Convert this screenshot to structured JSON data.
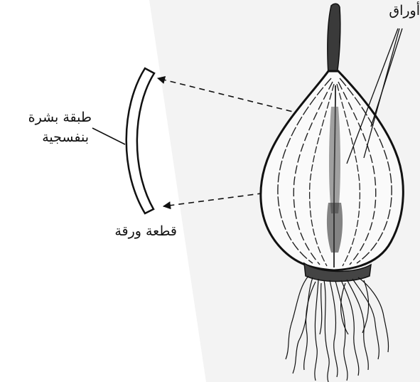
{
  "labels": {
    "leaves": "أوراق",
    "purple_layer_line1": "طبقة بشرة",
    "purple_layer_line2": "بنفسجية",
    "leaf_piece": "قطعة ورقة"
  },
  "colors": {
    "ink": "#111111",
    "paper": "#ffffff",
    "shade": "#f1f1f1"
  }
}
